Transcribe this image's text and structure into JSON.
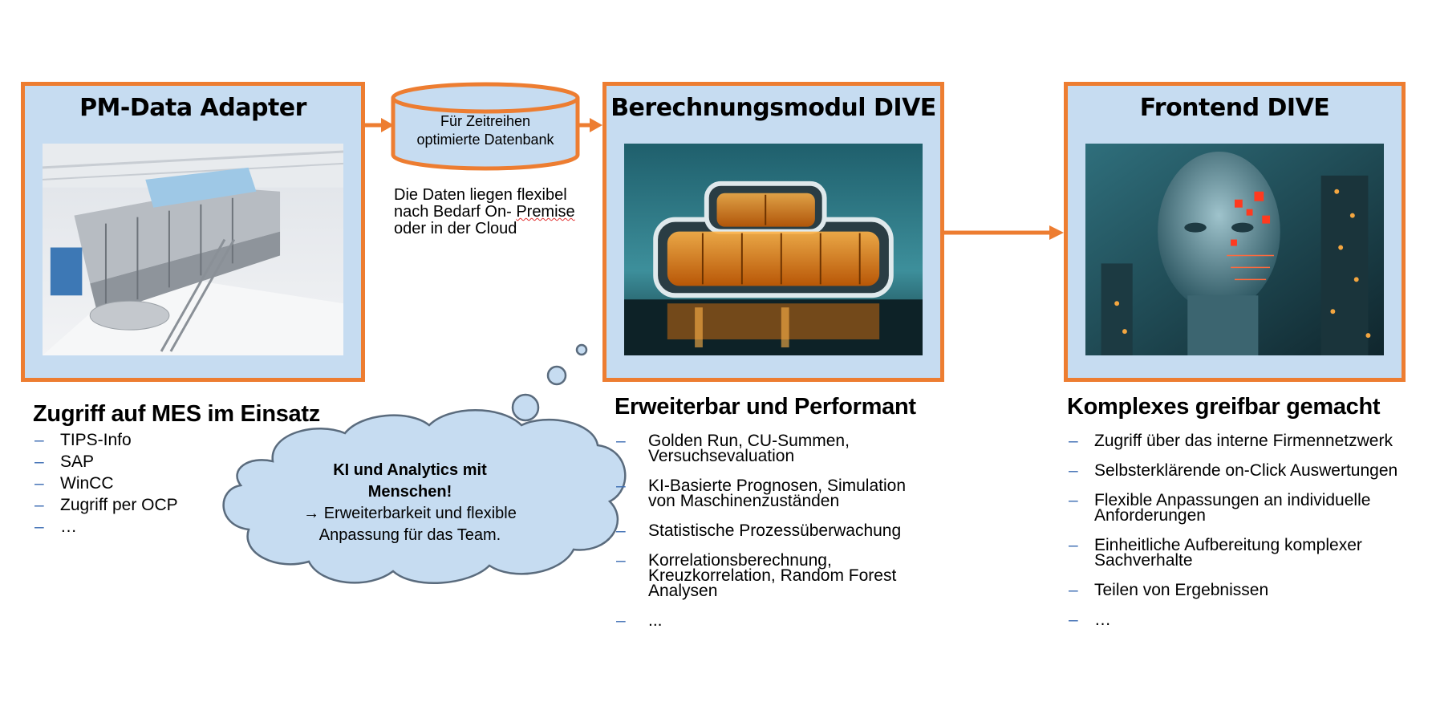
{
  "adapter": {
    "title": "PM-Data Adapter",
    "image": "paper-machine-photo",
    "heading": "Zugriff auf MES im Einsatz",
    "items": [
      "TIPS-Info",
      "SAP",
      "WinCC",
      "Zugriff per OCP",
      "…"
    ]
  },
  "database": {
    "label_line1": "Für Zeitreihen",
    "label_line2": "optimierte Datenbank",
    "note_part1": "Die Daten liegen flexibel nach Bedarf On-",
    "note_spell": "Premise",
    "note_part2": " oder in der Cloud"
  },
  "calc": {
    "title": "Berechnungsmodul DIVE",
    "image": "glowing-building-render",
    "heading": "Erweiterbar und Performant",
    "items": [
      "Golden Run, CU-Summen, Versuchsevaluation",
      "KI-Basierte Prognosen, Simulation von Maschinenzuständen",
      "Statistische Prozessüberwachung",
      "Korrelationsberechnung, Kreuzkorrelation, Random Forest Analysen",
      "..."
    ]
  },
  "frontend": {
    "title": "Frontend DIVE",
    "image": "digital-face-render",
    "heading": "Komplexes greifbar gemacht",
    "items": [
      "Zugriff über das interne Firmennetzwerk",
      "Selbsterklärende on-Click Auswertungen",
      "Flexible Anpassungen an individuelle Anforderungen",
      "Einheitliche Aufbereitung komplexer Sachverhalte",
      "Teilen von Ergebnissen",
      "…"
    ]
  },
  "cloud": {
    "bold_line1": "KI und Analytics mit",
    "bold_line2": "Menschen!",
    "line3": "→ Erweiterbarkeit und flexible",
    "line4": "Anpassung für das Team."
  },
  "bullet_glyph": "–",
  "colors": {
    "accent": "#ed7d31",
    "box_fill": "#c6dcf1",
    "bullet": "#3f6fb4",
    "cloud_fill": "#c6dcf1",
    "cloud_stroke": "#5a6b7d"
  }
}
